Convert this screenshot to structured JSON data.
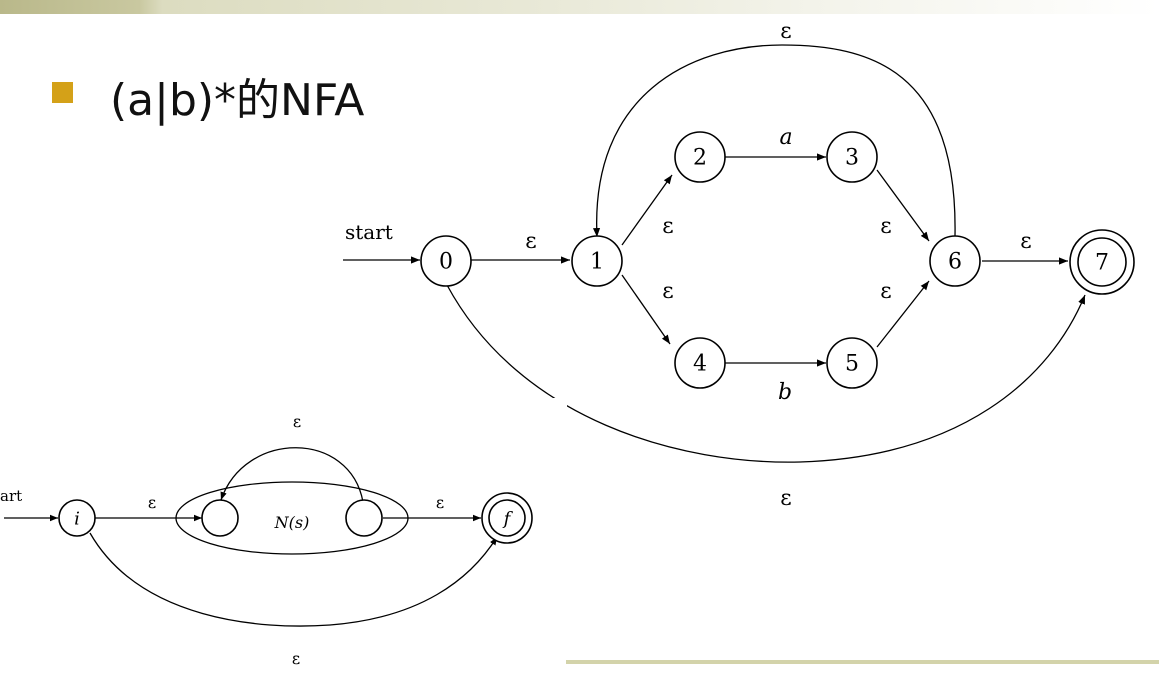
{
  "slide": {
    "title": "(a|b)*的NFA",
    "accent_color": "#d4a118",
    "top_bar_color": "#b9b88a",
    "bottom_rule_color": "#d3d3aa"
  },
  "nfa_main": {
    "start_label": "start",
    "states": [
      {
        "id": "0",
        "label": "0",
        "accepting": false
      },
      {
        "id": "1",
        "label": "1",
        "accepting": false
      },
      {
        "id": "2",
        "label": "2",
        "accepting": false
      },
      {
        "id": "3",
        "label": "3",
        "accepting": false
      },
      {
        "id": "4",
        "label": "4",
        "accepting": false
      },
      {
        "id": "5",
        "label": "5",
        "accepting": false
      },
      {
        "id": "6",
        "label": "6",
        "accepting": false
      },
      {
        "id": "7",
        "label": "7",
        "accepting": true
      }
    ],
    "edges": [
      {
        "from": "0",
        "to": "1",
        "label": "ε"
      },
      {
        "from": "1",
        "to": "2",
        "label": "ε"
      },
      {
        "from": "2",
        "to": "3",
        "label": "a"
      },
      {
        "from": "3",
        "to": "6",
        "label": "ε"
      },
      {
        "from": "1",
        "to": "4",
        "label": "ε"
      },
      {
        "from": "4",
        "to": "5",
        "label": "b"
      },
      {
        "from": "5",
        "to": "6",
        "label": "ε"
      },
      {
        "from": "6",
        "to": "7",
        "label": "ε"
      },
      {
        "from": "6",
        "to": "1",
        "label": "ε"
      },
      {
        "from": "0",
        "to": "7",
        "label": "ε"
      }
    ]
  },
  "nfa_template": {
    "start_label": "art",
    "initial_state": "i",
    "final_state": "f",
    "inner_label": "N(s)",
    "edge_labels": {
      "i_to_inner": "ε",
      "inner_to_f": "ε",
      "loop_back": "ε",
      "bypass": "ε"
    }
  }
}
